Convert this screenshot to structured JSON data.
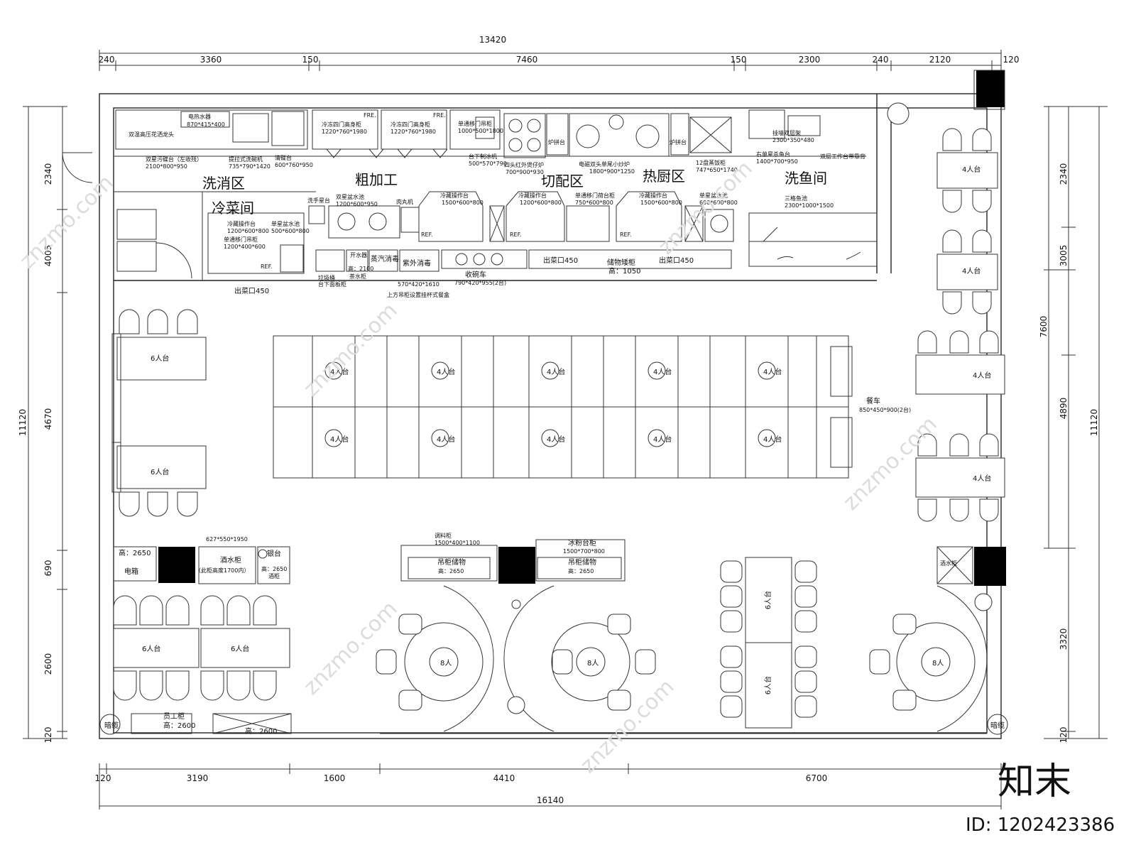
{
  "dims": {
    "top_total": "13420",
    "top": [
      "240",
      "3360",
      "150",
      "7460",
      "150",
      "2300",
      "240",
      "2120",
      "120"
    ],
    "bottom_total": "16140",
    "bottom": [
      "120",
      "3190",
      "1600",
      "4410",
      "6700"
    ],
    "left_total": "11120",
    "left": [
      "2340",
      "4005",
      "4670",
      "690",
      "2600",
      "120"
    ],
    "right_total": "11120",
    "right_inner": [
      "2340",
      "3005",
      "4890",
      "3320",
      "120"
    ],
    "right_mid": "7600"
  },
  "zones": {
    "wash": "洗消区",
    "cold": "冷菜间",
    "rough": "粗加工",
    "cut": "切配区",
    "hot": "热厨区",
    "fish": "洗鱼间"
  },
  "equipment": {
    "e1": "电热水器",
    "e1s": "870*415*400",
    "e2": "双温高压花洒龙头",
    "e3": "双星污碟台（左收残）",
    "e3s": "2100*800*950",
    "e4": "提拉式洗碗机",
    "e4s": "735*790*1420",
    "e5": "清碟台",
    "e5s": "600*760*950",
    "e6": "冷冻四门高身柜",
    "e6s": "1220*760*1980",
    "e7": "冷冻四门高身柜",
    "e7s": "1220*760*1980",
    "fre": "FRE.",
    "e8": "单通移门吊柜",
    "e8s": "1000*500*1800",
    "e9": "台下制冰机",
    "e9s": "500*570*790",
    "e10": "四头红外煲仔炉",
    "e10s": "700*900*930",
    "e11": "炉拼台",
    "e12": "电磁双头单尾小炒炉",
    "e12s": "1800*900*1250",
    "e13": "炉拼台",
    "e14": "12盘蒸饭柜",
    "e14s": "747*650*1740",
    "e15": "右单星杀鱼台",
    "e15s": "1400*700*950",
    "e16": "挂墙双层架",
    "e16s": "2300*350*480",
    "e17": "双层工作台带靠背",
    "e18": "洗手星台",
    "e19": "冷藏操作台",
    "e19s": "1200*600*800",
    "e20": "单星盆水池",
    "e20s": "500*600*800",
    "e21": "单通移门吊柜",
    "e21s": "1200*400*600",
    "e22": "双星盆水池",
    "e22s": "1200*600*950",
    "e23": "肉丸机",
    "e24": "冷藏操作台",
    "e24s": "1500*600*800",
    "e25": "冷藏操作台",
    "e25s": "1200*600*800",
    "e26": "单通移门荷台柜",
    "e26s": "750*600*800",
    "e27": "冷藏操作台",
    "e27s": "1500*600*800",
    "e28": "单星盆水池",
    "e28s": "600*600*800",
    "e29": "三格鱼池",
    "e29s": "2300*1000*1500",
    "ref": "REF.",
    "e30": "开水器",
    "e31": "高：2100",
    "e32": "蒸汽消毒",
    "e33": "紫外消毒",
    "e34": "570*420*1610",
    "e35": "收碗车",
    "e36": "790*420*955(2台)",
    "e37": "储物矮柜",
    "e38": "高：1050",
    "e39": "上方吊柜设置挂杯式餐盒",
    "e40": "茶水柜",
    "e41": "垃圾桶",
    "e42": "台下面板柜"
  },
  "pass": {
    "p1": "出菜口450",
    "p2": "出菜口450",
    "p3": "出菜口450"
  },
  "dining": {
    "t6": "6人台",
    "t4": "4人台",
    "t8": "8人",
    "cart": "餐车",
    "cart_s": "850*450*900(2台)"
  },
  "front": {
    "f1": "高：2650",
    "f2": "电箱",
    "f3": "627*550*1950",
    "f4": "酒水柜",
    "f5": "（此柜高度1700内）",
    "f6": "收银台",
    "f7": "高：2650",
    "f8": "酒柜",
    "f9": "调料柜",
    "f10": "1500*400*1100",
    "f11": "吊柜储物",
    "f12": "高：2650",
    "f13": "冰粉台柜",
    "f14": "1500*700*800",
    "f15": "吊柜储物",
    "f16": "高：2650",
    "f17": "酒水柜",
    "f18": "员工柜",
    "f19": "高：2600",
    "f20": "高：2600",
    "f21": "暗缆",
    "f22": "暗缆"
  },
  "brand": {
    "logo": "知末",
    "id": "ID: 1202423386",
    "wm": "znzmo.com"
  }
}
